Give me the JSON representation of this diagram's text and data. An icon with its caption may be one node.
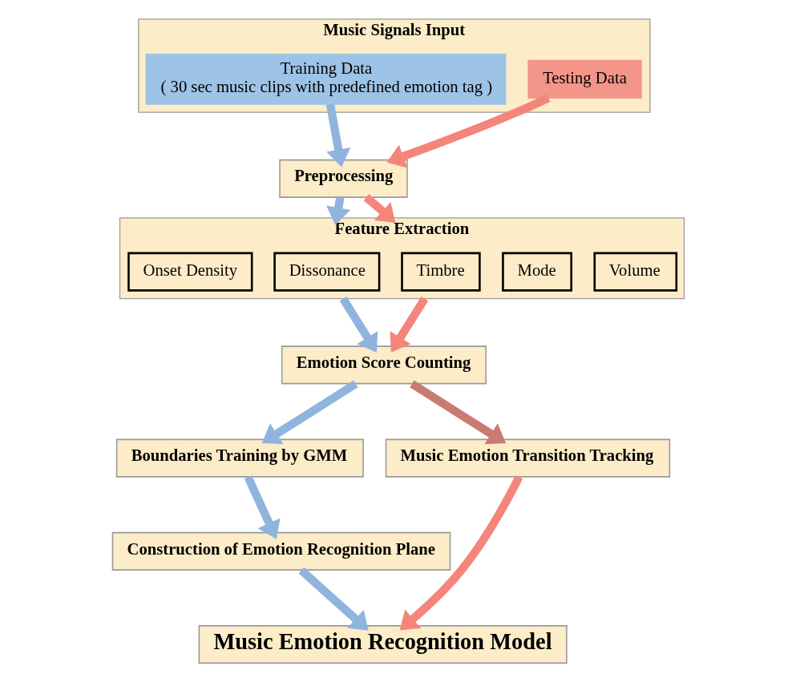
{
  "diagram": {
    "nodes": [
      {
        "text": [
          "Music Signals Input"
        ]
      },
      {
        "text": [
          "Training Data",
          "( 30 sec music clips with predefined emotion tag )"
        ],
        "in": 0
      },
      {
        "text": [
          "Testing Data"
        ],
        "in": 0
      },
      {
        "text": [
          "Preprocessing"
        ]
      },
      {
        "text": [
          "Feature Extraction"
        ]
      },
      {
        "text": [
          "Onset Density"
        ],
        "in": 4
      },
      {
        "text": [
          "Dissonance"
        ],
        "in": 4
      },
      {
        "text": [
          "Timbre"
        ],
        "in": 4
      },
      {
        "text": [
          "Mode"
        ],
        "in": 4
      },
      {
        "text": [
          "Volume"
        ],
        "in": 4
      },
      {
        "text": [
          "Emotion Score Counting"
        ]
      },
      {
        "text": [
          "Boundaries Training by GMM"
        ]
      },
      {
        "text": [
          "Construction of Emotion Recognition Plane"
        ]
      },
      {
        "text": [
          "Music Emotion Transition Tracking"
        ]
      },
      {
        "text": [
          "Music Emotion Recognition Model"
        ]
      }
    ],
    "edges": [
      {
        "from": 1,
        "to": 3,
        "arrow": "to",
        "color": "#8fb4de"
      },
      {
        "from": 2,
        "to": 3,
        "arrow": "to",
        "color": "#f4857a"
      },
      {
        "from": 3,
        "to": 4,
        "arrow": "to",
        "color": "#8fb4de"
      },
      {
        "from": 3,
        "to": 4,
        "arrow": "to",
        "color": "#f4857a"
      },
      {
        "from": 4,
        "to": 10,
        "arrow": "to",
        "color": "#8fb4de"
      },
      {
        "from": 4,
        "to": 10,
        "arrow": "to",
        "color": "#f4857a"
      },
      {
        "from": 10,
        "to": 11,
        "arrow": "to",
        "color": "#8fb4de"
      },
      {
        "from": 10,
        "to": 13,
        "arrow": "to",
        "color": "#c97b71"
      },
      {
        "from": 11,
        "to": 12,
        "arrow": "to",
        "color": "#8fb4de"
      },
      {
        "from": 12,
        "to": 14,
        "arrow": "to",
        "color": "#8fb4de"
      },
      {
        "from": 13,
        "to": 14,
        "arrow": "to",
        "color": "#f4857a"
      }
    ]
  }
}
